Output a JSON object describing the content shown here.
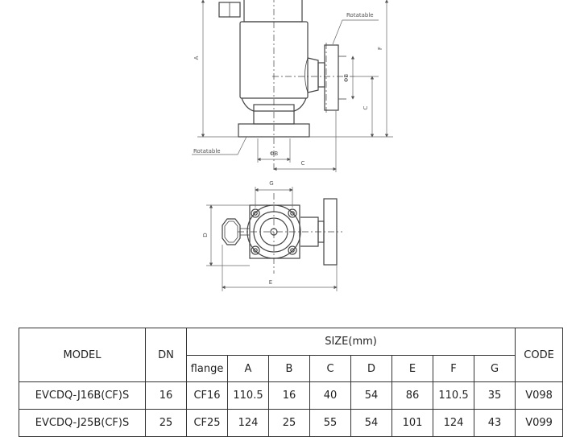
{
  "drawing": {
    "side_view": {
      "labels": {
        "rotatable_top": "Rotatable",
        "rotatable_bottom": "Rotatable",
        "dim_a": "A",
        "dim_f": "F",
        "dim_phi_b_right": "ΦB",
        "dim_c_right": "C",
        "dim_phi_b_bottom": "ΦB",
        "dim_c_bottom": "C"
      }
    },
    "top_view": {
      "labels": {
        "dim_g": "G",
        "dim_d": "D",
        "dim_e": "E"
      }
    }
  },
  "table": {
    "header": {
      "model": "MODEL",
      "dn": "DN",
      "size": "SIZE(mm)",
      "code": "CODE",
      "sub": [
        "flange",
        "A",
        "B",
        "C",
        "D",
        "E",
        "F",
        "G"
      ]
    },
    "rows": [
      {
        "model": "EVCDQ-J16B(CF)S",
        "dn": "16",
        "flange": "CF16",
        "a": "110.5",
        "b": "16",
        "c": "40",
        "d": "54",
        "e": "86",
        "f": "110.5",
        "g": "35",
        "code": "V098"
      },
      {
        "model": "EVCDQ-J25B(CF)S",
        "dn": "25",
        "flange": "CF25",
        "a": "124",
        "b": "25",
        "c": "55",
        "d": "54",
        "e": "101",
        "f": "124",
        "g": "43",
        "code": "V099"
      }
    ]
  }
}
